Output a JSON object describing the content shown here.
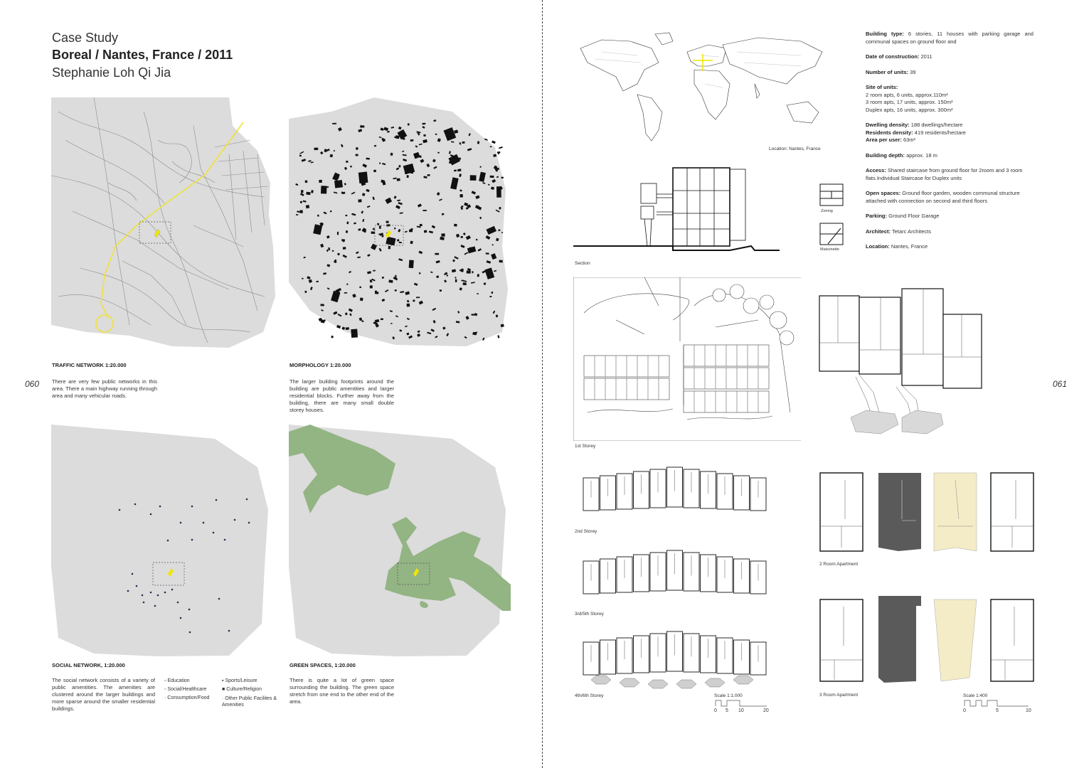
{
  "header": {
    "case_study": "Case Study",
    "title": "Boreal / Nantes, France / 2011",
    "author": "Stephanie Loh Qi Jia"
  },
  "page_left": "060",
  "page_right": "061",
  "maps": {
    "traffic": {
      "caption": "TRAFFIC NETWORK 1:20.000",
      "text": "There are very few public networks in this area. There a main highway running through area and many vehicular roads."
    },
    "morphology": {
      "caption": "MORPHOLOGY  1:20.000",
      "text": "The larger building footprints around the building  are public amentities and larger residential blocks. Further away from the building, there are many small double storey houses."
    },
    "social": {
      "caption": "SOCIAL NETWORK, 1:20.000",
      "text": "The social network consists of a variety of public amentities. The amenities are clustered around the larger buildings and more sparse around the smaller residential buildings.",
      "legend": [
        {
          "icon": "open-square",
          "label": "Education"
        },
        {
          "icon": "open-circle",
          "label": "Social/Healthcare"
        },
        {
          "icon": "dot",
          "label": "Consumption/Food"
        },
        {
          "icon": "small-diamond",
          "label": "Sports/Leisure"
        },
        {
          "icon": "filled-square",
          "label": "Culture/Religion"
        },
        {
          "icon": "small-dot",
          "label": "Other Public Facilites & Amenities"
        }
      ]
    },
    "green": {
      "caption": "GREEN SPACES,  1:20.000",
      "text": "There is quite a lot of green space surrounding the building. The green space stretch from one end to the other end of the area."
    }
  },
  "location_caption": "Location: Nantes, France",
  "section_label": "Section",
  "zoning_label": "Zoning",
  "maisonette_label": "Maisonette",
  "storey_labels": [
    "1st Storey",
    "2nd Storey",
    "3rd/5th Storey",
    "4th/6th Storey"
  ],
  "scale_left": {
    "label": "Scale 1:1.000",
    "ticks": [
      "0",
      "5",
      "10",
      "20"
    ]
  },
  "scale_right": {
    "label": "Scale 1:400",
    "ticks": [
      "0",
      "5",
      "10"
    ]
  },
  "apartment_labels": [
    "2 Room Apartment",
    "3 Room Apartment"
  ],
  "info": {
    "building_type_label": "Building type:",
    "building_type": "6 stories, 11 houses with parking garage and communal spaces on ground floor and",
    "date_label": "Date of construction:",
    "date": "2011",
    "units_label": "Number of units:",
    "units": "39",
    "site_label": "Site of units:",
    "site_lines": [
      "2 room apts, 6 units, approx.110m²",
      "3 room apts, 17 units, approx. 150m²",
      "Duplex  apts, 16 units, approx.  300m²"
    ],
    "dwelling_label": "Dwelling density:",
    "dwelling": "188 dwellings/hectare",
    "residents_label": "Residents density:",
    "residents": "419 residents/hectare",
    "area_label": "Area per user:",
    "area": "63m²",
    "depth_label": "Building depth:",
    "depth": "approx. 18 m",
    "access_label": "Access:",
    "access": "Shared staircase from ground floor for 2room and 3 room flats.Individual Staircase for Duplex units",
    "open_label": "Open spaces:",
    "open": "Ground floor garden, wooden communal structure attached with connection on second and third floors",
    "parking_label": "Parking:",
    "parking": "Ground Floor Garage",
    "architect_label": "Architect:",
    "architect": "Tetarc Architects",
    "location_label": "Location:",
    "location": "Nantes, France"
  },
  "colors": {
    "map_grey": "#dcdcdc",
    "green": "#93b483",
    "highlight": "#f2e600",
    "cream": "#f4ecc6",
    "dark_fill": "#5a5a5a"
  }
}
